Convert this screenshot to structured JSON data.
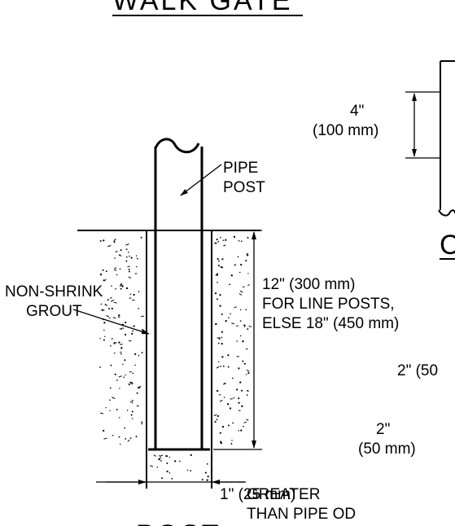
{
  "title_top": "WALK GATE",
  "title_bottom": "POST",
  "circle_label": "C",
  "labels": {
    "pipe_post_line1": "PIPE",
    "pipe_post_line2": "POST",
    "grout_line1": "NON-SHRINK",
    "grout_line2": "GROUT",
    "depth_line1": "12\" (300 mm)",
    "depth_line2": "FOR LINE POSTS,",
    "depth_line3": "ELSE 18\" (450 mm)",
    "gap_4_line1": "4\"",
    "gap_4_line2": "(100 mm)",
    "dim_2_a": "2\" (50",
    "dim_2_b_line1": "2\"",
    "dim_2_b_line2": "(50 mm)",
    "width_line1": "1\" (25 mm)",
    "width_line2": "GREATER",
    "width_line3": "THAN PIPE OD"
  },
  "colors": {
    "ink": "#000000",
    "paper": "#ffffff"
  }
}
